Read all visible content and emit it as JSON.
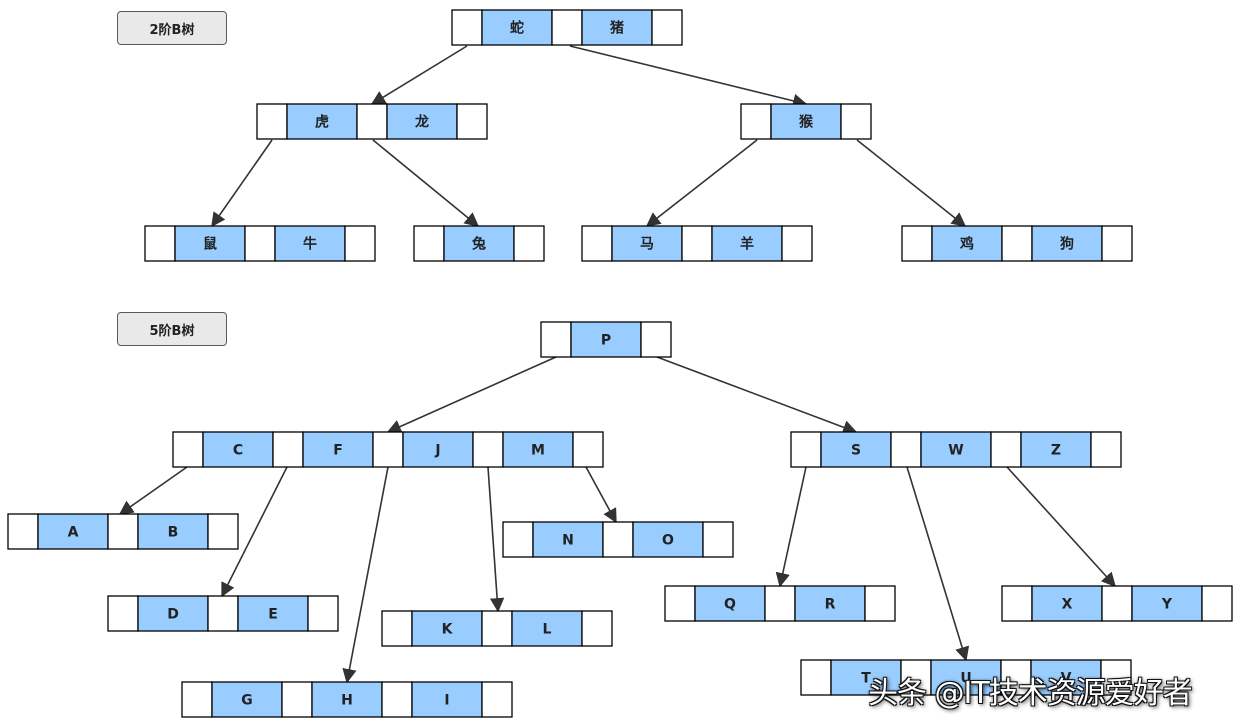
{
  "labels": {
    "order2": "2阶B树",
    "order5": "5阶B树"
  },
  "watermark": "头条 @IT技术资源爱好者",
  "colors": {
    "key_fill": "#99ccff",
    "pointer_fill": "#ffffff",
    "border": "#000000",
    "edge": "#333333",
    "label_bg": "#e9e9e9"
  },
  "tree_order2": {
    "root": {
      "keys": [
        "蛇",
        "猪"
      ]
    },
    "level1": [
      {
        "keys": [
          "虎",
          "龙"
        ]
      },
      {
        "keys": [
          "猴"
        ]
      }
    ],
    "level2": [
      {
        "keys": [
          "鼠",
          "牛"
        ]
      },
      {
        "keys": [
          "兔"
        ]
      },
      {
        "keys": [
          "马",
          "羊"
        ]
      },
      {
        "keys": [
          "鸡",
          "狗"
        ]
      }
    ]
  },
  "tree_order5": {
    "root": {
      "keys": [
        "P"
      ]
    },
    "level1": [
      {
        "keys": [
          "C",
          "F",
          "J",
          "M"
        ]
      },
      {
        "keys": [
          "S",
          "W",
          "Z"
        ]
      }
    ],
    "level2": [
      {
        "keys": [
          "A",
          "B"
        ]
      },
      {
        "keys": [
          "D",
          "E"
        ]
      },
      {
        "keys": [
          "G",
          "H",
          "I"
        ]
      },
      {
        "keys": [
          "K",
          "L"
        ]
      },
      {
        "keys": [
          "N",
          "O"
        ]
      },
      {
        "keys": [
          "Q",
          "R"
        ]
      },
      {
        "keys": [
          "T",
          "U",
          "V"
        ]
      },
      {
        "keys": [
          "X",
          "Y"
        ]
      }
    ]
  }
}
